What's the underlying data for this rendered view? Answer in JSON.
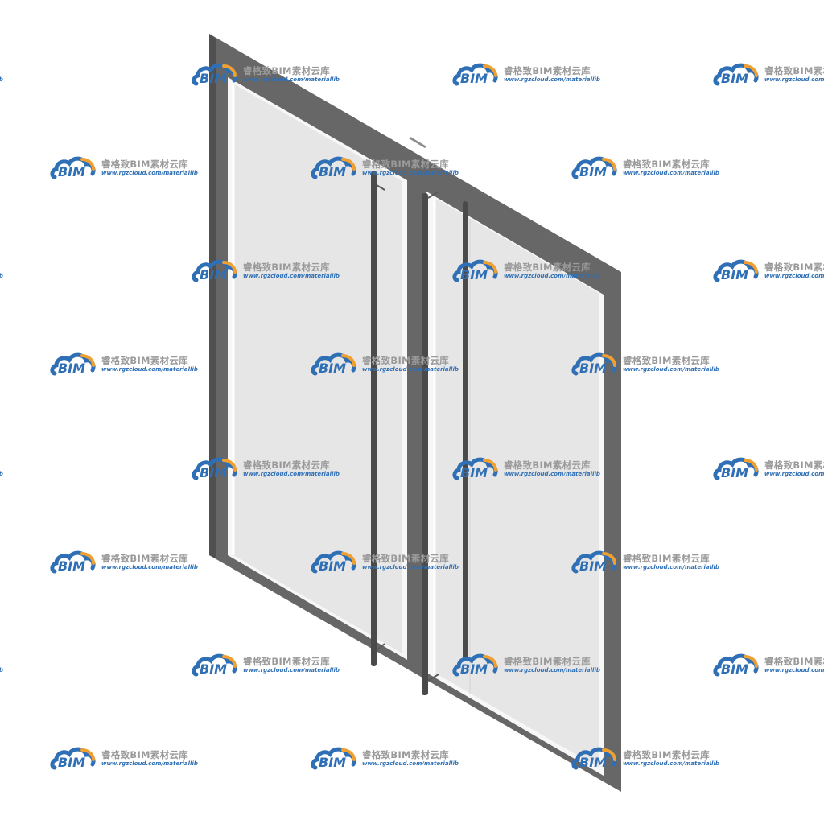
{
  "colors": {
    "frame": "#676767",
    "frame_edge": "#4f4f4f",
    "glass": "#e6e6e6",
    "inner_bead": "#f7f7f7",
    "handle": "#4a4a4a",
    "watermark_text": "#9a9a9a",
    "watermark_blue": "#2f6fb5",
    "watermark_orange": "#f0a030"
  },
  "watermark": {
    "brand_text": "睿格致BIM素材云库",
    "url_text": "www.rgzcloud.com/materiallib",
    "logo_text": "BIM"
  },
  "icons": {
    "logo": "bim-cloud-logo-icon"
  }
}
